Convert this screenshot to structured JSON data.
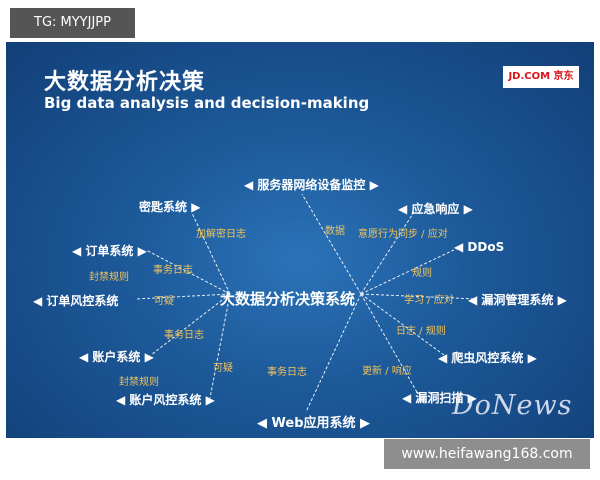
{
  "badges": {
    "tg": "TG: MYYJJPP",
    "site": "www.heifawang168.com"
  },
  "slide": {
    "title": "大数据分析决策",
    "subtitle": "Big data analysis and decision-making",
    "logo": "JD.COM 京东",
    "watermark": "DoNews",
    "center": "大数据分析决策系统",
    "nodes": {
      "server_monitor": "服务器网络设备监控",
      "password_system": "密匙系统",
      "order_system": "订单系统",
      "order_risk": "订单风控系统",
      "account_system": "账户系统",
      "account_risk": "账户风控系统",
      "web_app": "Web应用系统",
      "emergency": "应急响应",
      "ddos": "DDoS",
      "vuln_mgmt": "漏洞管理系统",
      "crawler_risk": "爬虫风控系统",
      "vuln_scan": "漏洞扫描"
    },
    "edge_labels": {
      "decrypt_log": "加解密日志",
      "seal_rules_1": "封禁规则",
      "biz_log_1": "事务日志",
      "suspect_1": "可疑",
      "biz_log_2": "事务日志",
      "seal_rules_2": "封禁规则",
      "suspect_2": "可疑",
      "biz_log_3": "事务日志",
      "data": "数据",
      "sync": "意愿行为同步 / 应对",
      "rules": "规则",
      "learn": "学习 / 应对",
      "log_rules": "日志 / 规则",
      "update": "更新 / 响应"
    }
  }
}
